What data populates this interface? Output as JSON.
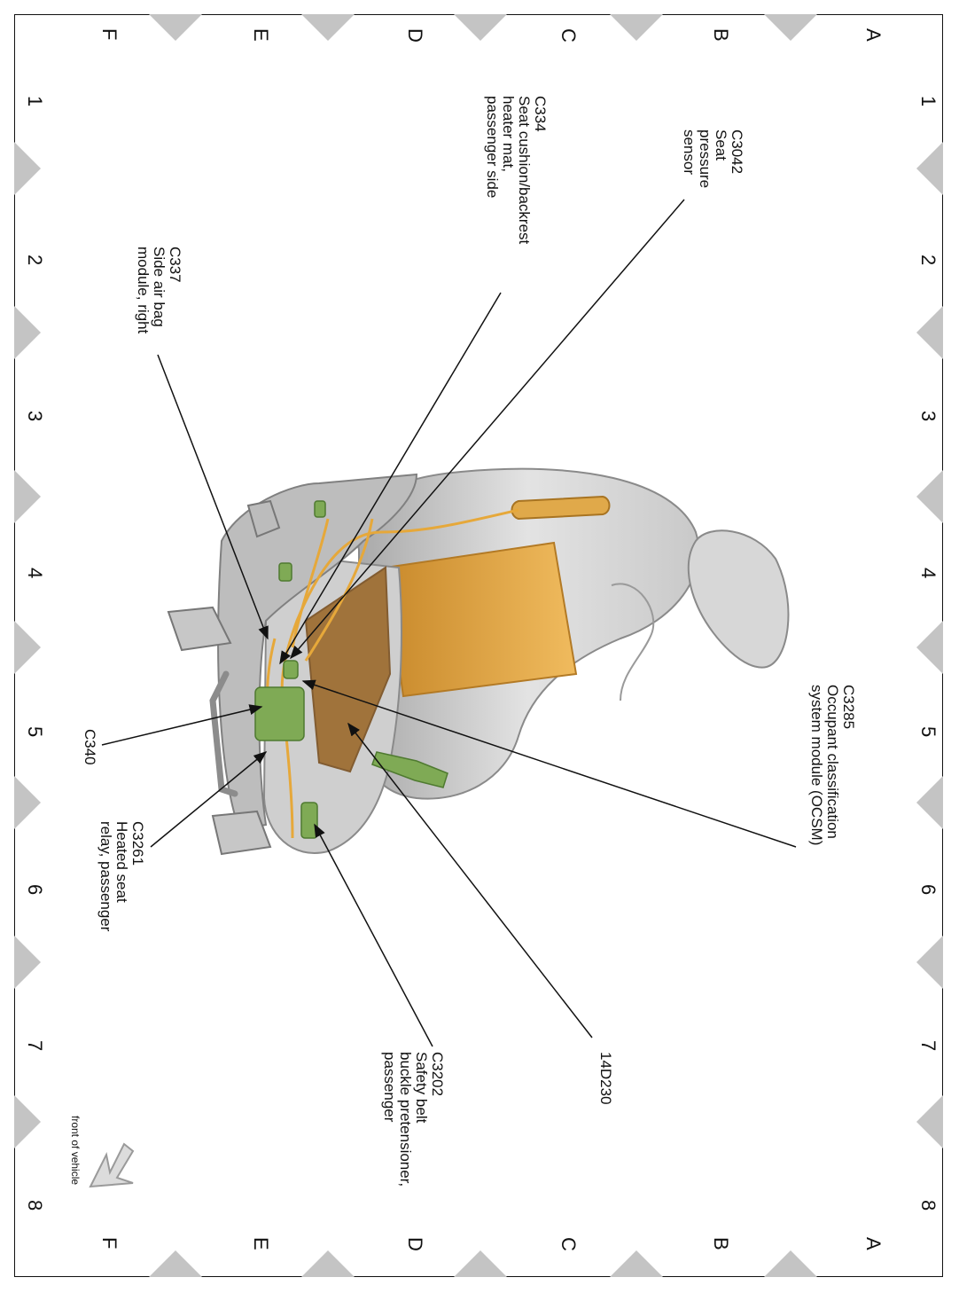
{
  "grid": {
    "rows": [
      "A",
      "B",
      "C",
      "D",
      "E",
      "F"
    ],
    "columns": [
      "1",
      "2",
      "3",
      "4",
      "5",
      "6",
      "7",
      "8"
    ]
  },
  "callouts": {
    "c3042": [
      "C3042",
      "Seat",
      "pressure",
      "sensor"
    ],
    "c334": [
      "C334",
      "Seat cushion/backrest",
      "heater mat,",
      "passenger side"
    ],
    "c337": [
      "C337",
      "Side air bag",
      "module, right"
    ],
    "c3285": [
      "C3285",
      "Occupant classification",
      "system module (OCSM)"
    ],
    "c340": [
      "C340"
    ],
    "c3261": [
      "C3261",
      "Heated seat",
      "relay, passenger"
    ],
    "d14d230": [
      "14D230"
    ],
    "c3202": [
      "C3202",
      "Safety belt",
      "buckle pretensioner,",
      "passenger"
    ]
  },
  "front_of_vehicle": "front of vehicle",
  "colors": {
    "seat": "#d4d4d4",
    "heater_mat": "#e9ae4a",
    "connectors": "#7faa55",
    "wiring": "#e6a83a",
    "border_markers": "#c4c4c4"
  }
}
